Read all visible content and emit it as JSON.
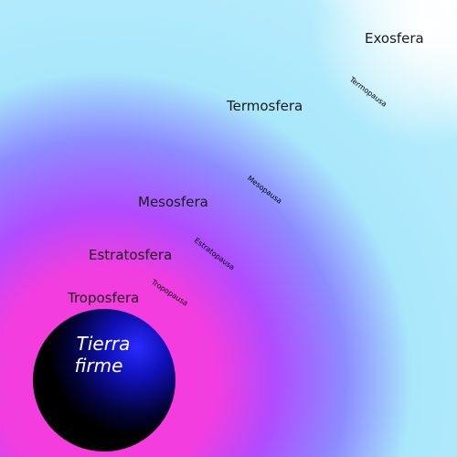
{
  "layers": {
    "exosphere": "Exosfera",
    "thermosphere": "Termosfera",
    "mesosphere": "Mesosfera",
    "stratosphere": "Estratosfera",
    "troposphere": "Troposfera"
  },
  "pauses": {
    "thermopause": "Termopausa",
    "mesopause": "Mesopausa",
    "stratopause": "Estratopausa",
    "tropopause": "Tropopausa"
  },
  "earth": {
    "line1": "Tierra",
    "line2": "firme"
  },
  "colors": {
    "troposphere": "#ff3ad8",
    "stratosphere": "#b04cff",
    "mesosphere": "#8d8cff",
    "thermosphere": "#a9e7fb",
    "exosphere": "#ffffff",
    "earth_highlight": "#2a2aff",
    "earth_shadow": "#000000"
  }
}
